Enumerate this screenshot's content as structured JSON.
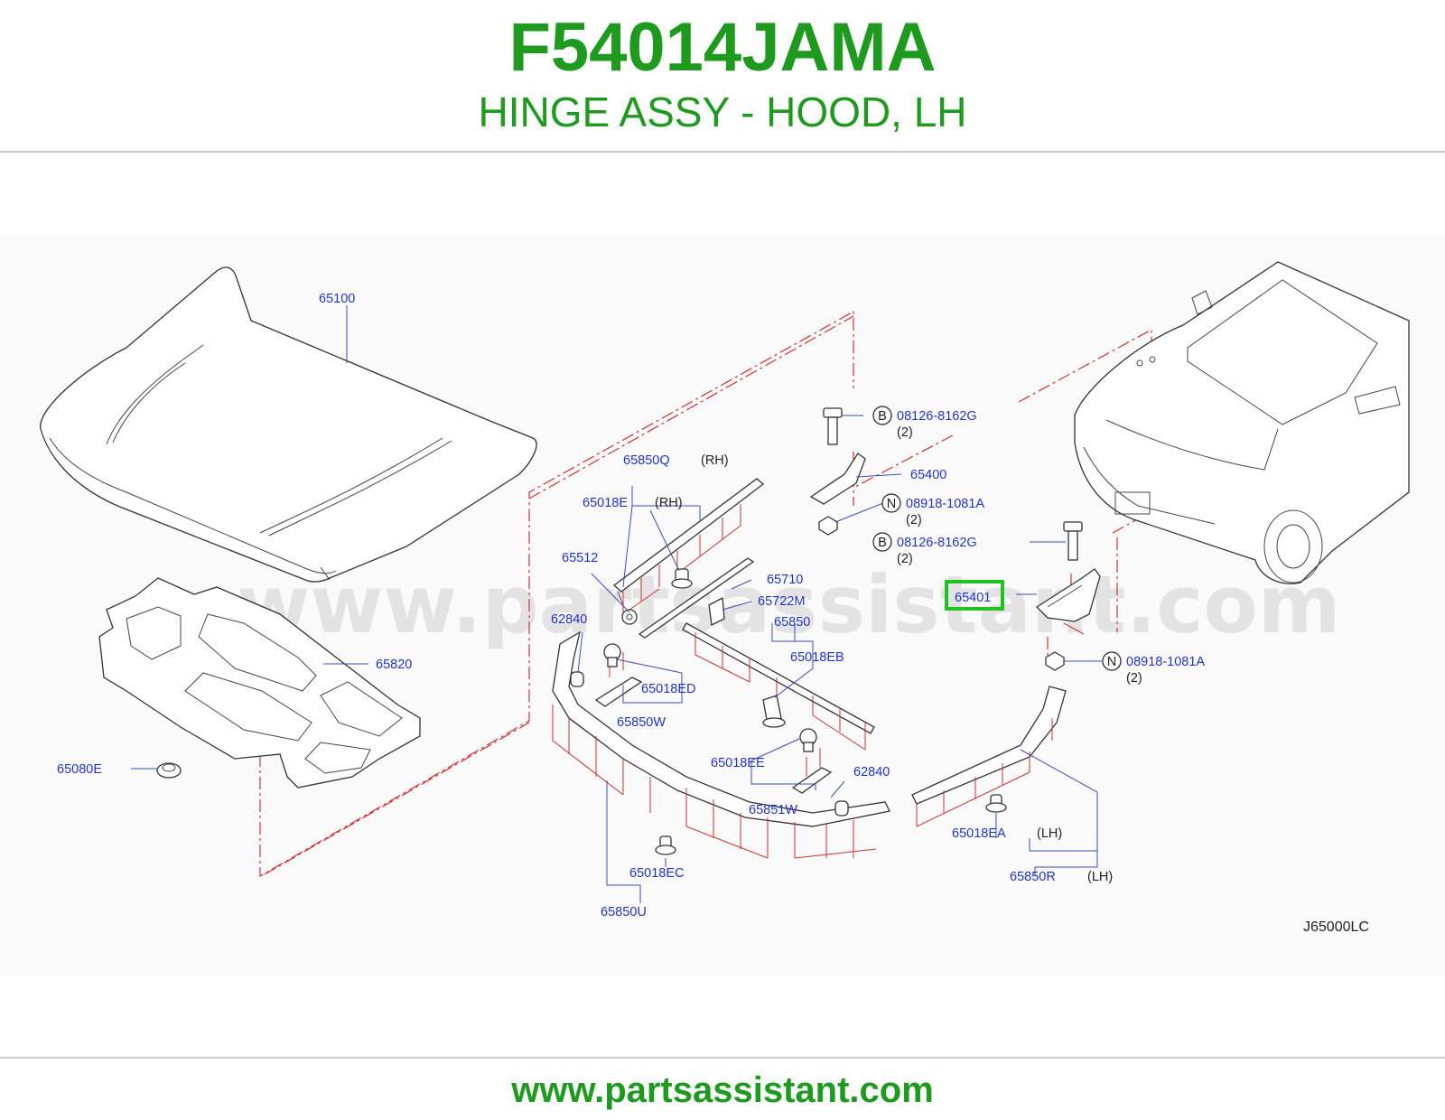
{
  "header": {
    "part_number": "F54014JAMA",
    "description": "HINGE ASSY - HOOD, LH"
  },
  "diagram": {
    "watermark": "www.partsassistant.com",
    "labels": {
      "l65100": "65100",
      "l65820": "65820",
      "l65080e": "65080E",
      "l65850q": "65850Q",
      "l65018e": "65018E",
      "l65512": "65512",
      "l62840a": "62840",
      "l65710": "65710",
      "l65722m": "65722M",
      "l65850": "65850",
      "l65018eb": "65018EB",
      "l65018ed": "65018ED",
      "l65850w": "65850W",
      "l65018ee": "65018EE",
      "l62840b": "62840",
      "l65851w": "65851W",
      "l65018ec": "65018EC",
      "l65850u": "65850U",
      "l08126a": "08126-8162G",
      "l65400": "65400",
      "l08918a": "08918-1081A",
      "l08126b": "08126-8162G",
      "l65401": "65401",
      "l08918b": "08918-1081A",
      "l65018ea": "65018EA",
      "l65850r": "65850R"
    },
    "notes": {
      "rh1": "(RH)",
      "rh2": "(RH)",
      "lh1": "(LH)",
      "lh2": "(LH)",
      "q1": "(2)",
      "q2": "(2)",
      "q3": "(2)",
      "q4": "(2)"
    },
    "markers": {
      "b1": "B",
      "n1": "N",
      "b2": "B",
      "n2": "N"
    },
    "diagram_code": "J65000LC",
    "highlight_color": "#1fc21f"
  },
  "footer": {
    "url": "www.partsassistant.com"
  }
}
